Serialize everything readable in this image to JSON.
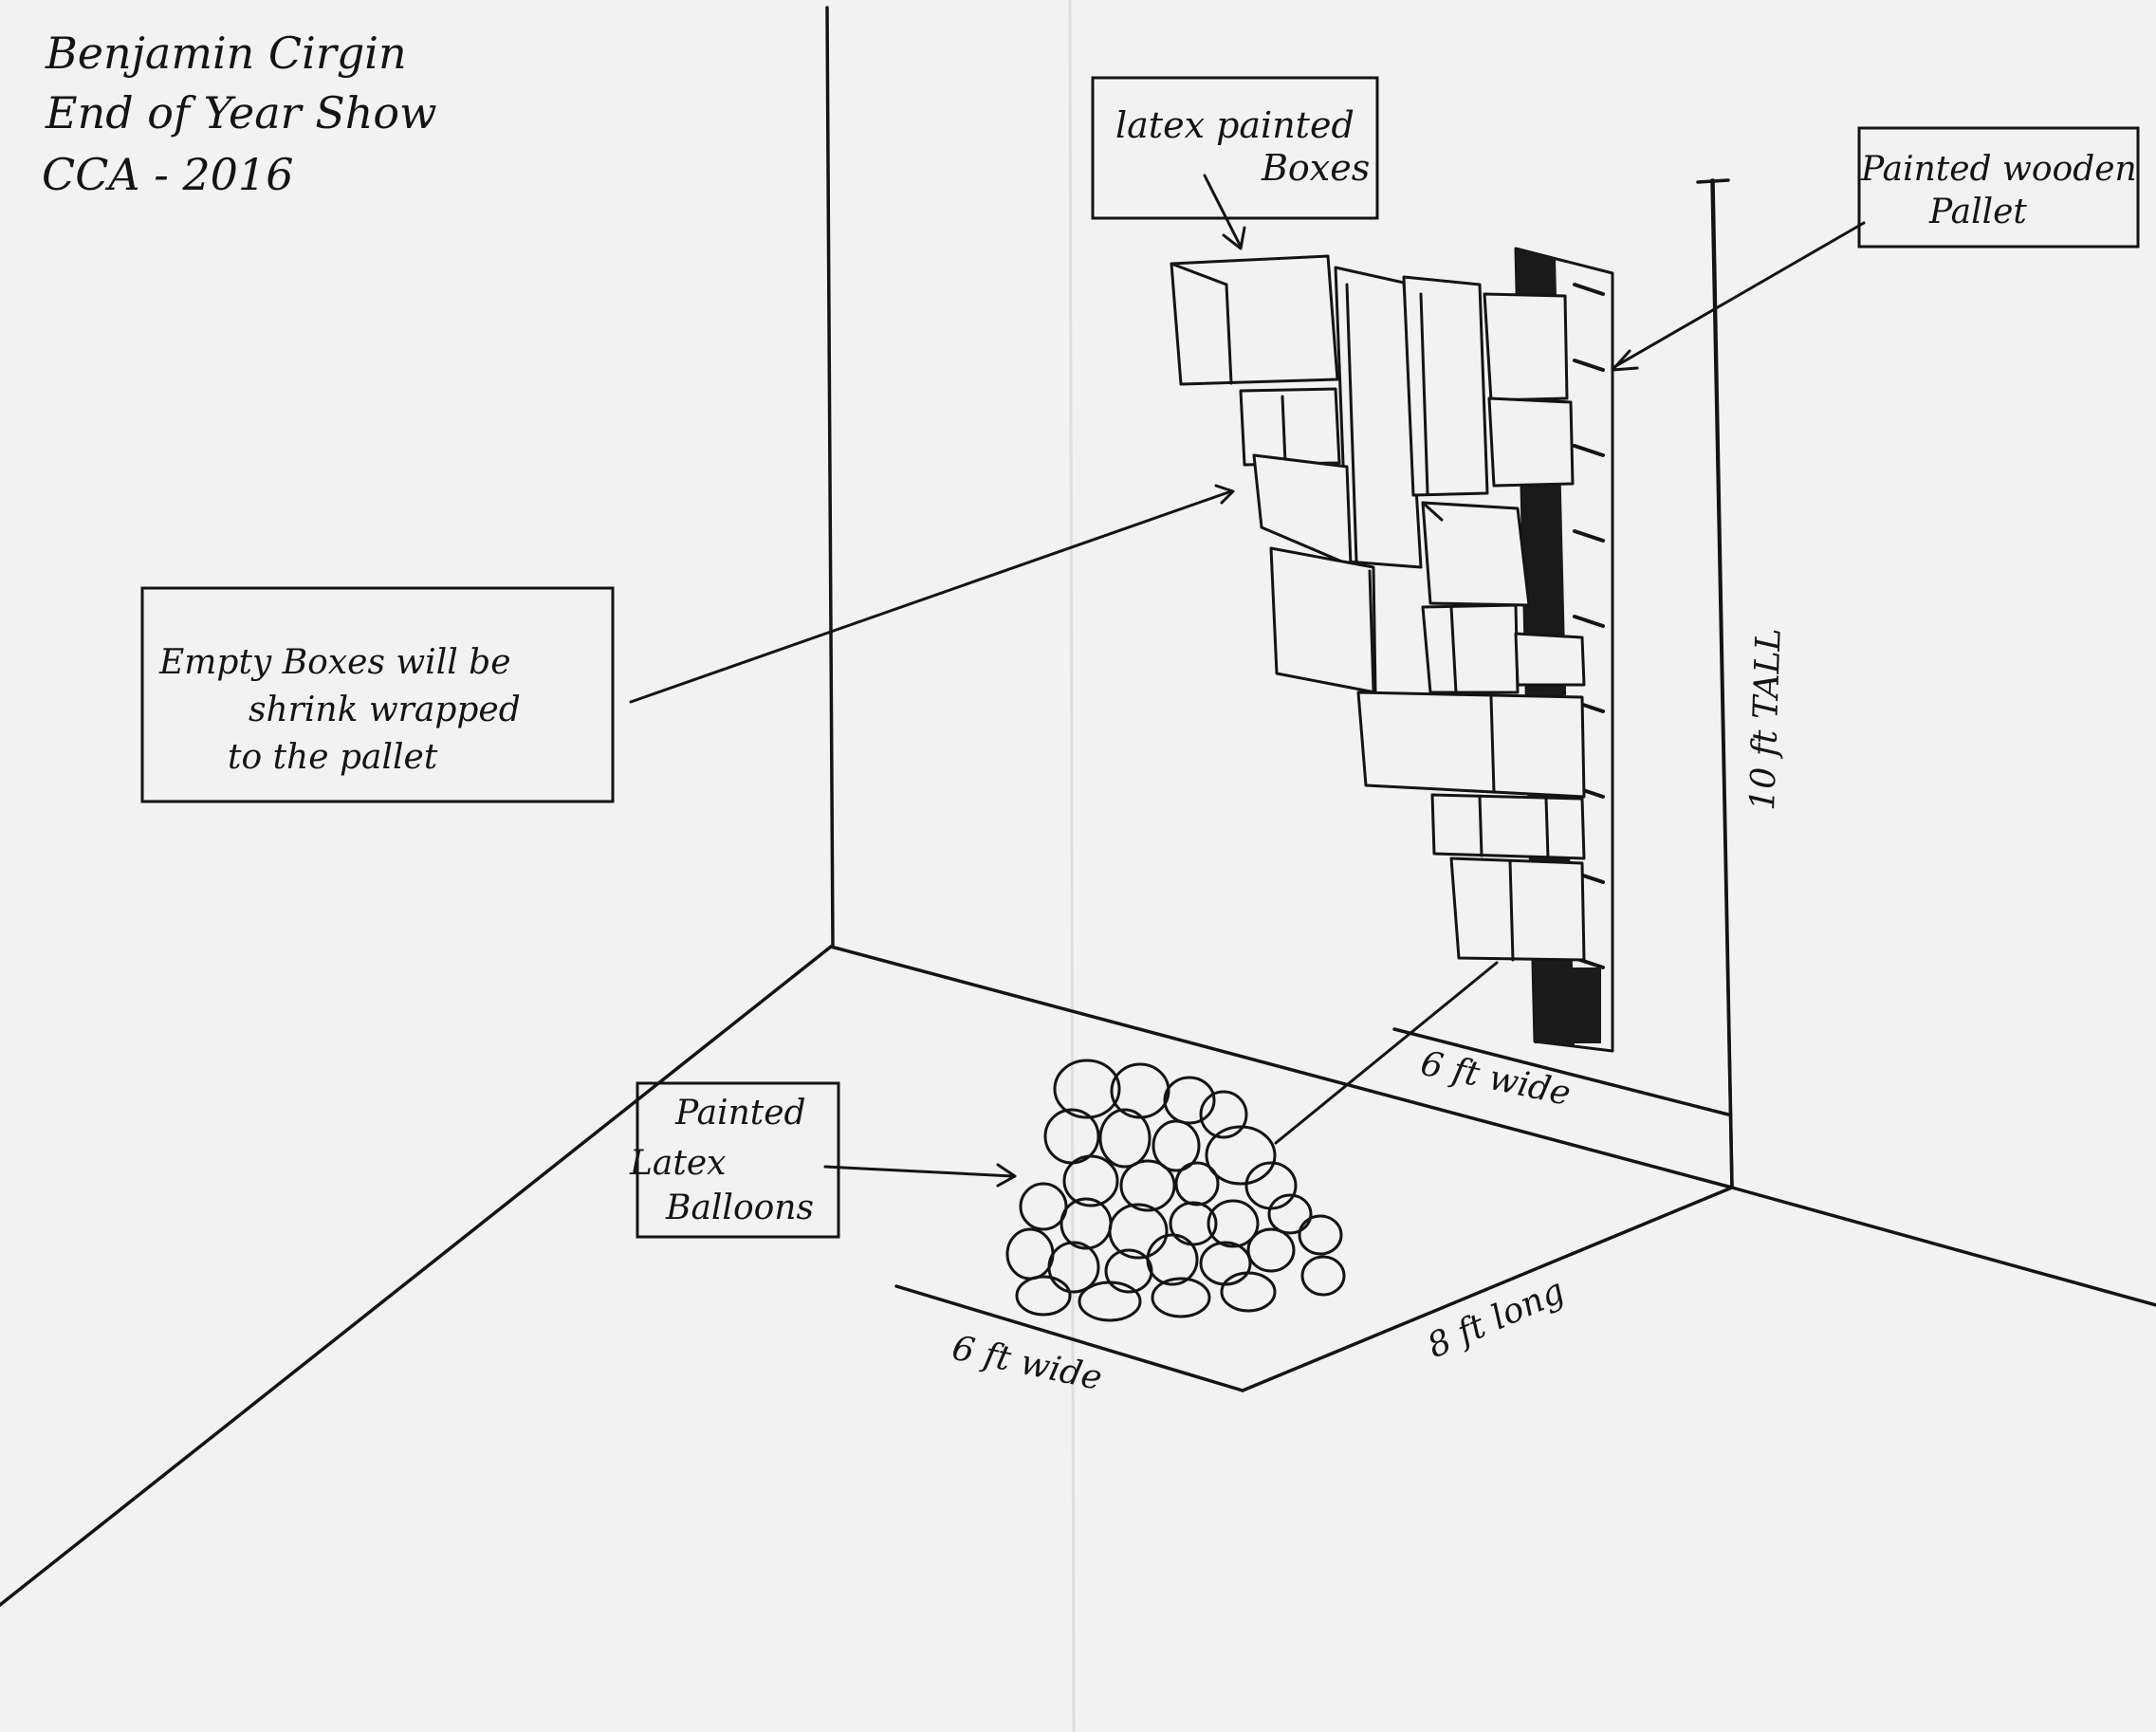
{
  "header": {
    "line1": "Benjamin Cirgin",
    "line2": "End of Year Show",
    "line3": "CCA - 2016"
  },
  "labels": {
    "boxes": [
      "latex painted",
      "Boxes"
    ],
    "pallet": [
      "Painted wooden",
      "Pallet"
    ],
    "empty_boxes": [
      "Empty Boxes will be",
      "shrink wrapped",
      "to the pallet"
    ],
    "balloons": [
      "Painted",
      "Latex",
      "Balloons"
    ]
  },
  "dimensions": {
    "height": "10 ft TALL",
    "wall_width": "6 ft wide",
    "floor_length": "8 ft long",
    "floor_width": "6 ft wide"
  },
  "colors": {
    "ink": "#141414",
    "paper": "#f2f2f2",
    "fill": "#1a1a1a"
  }
}
